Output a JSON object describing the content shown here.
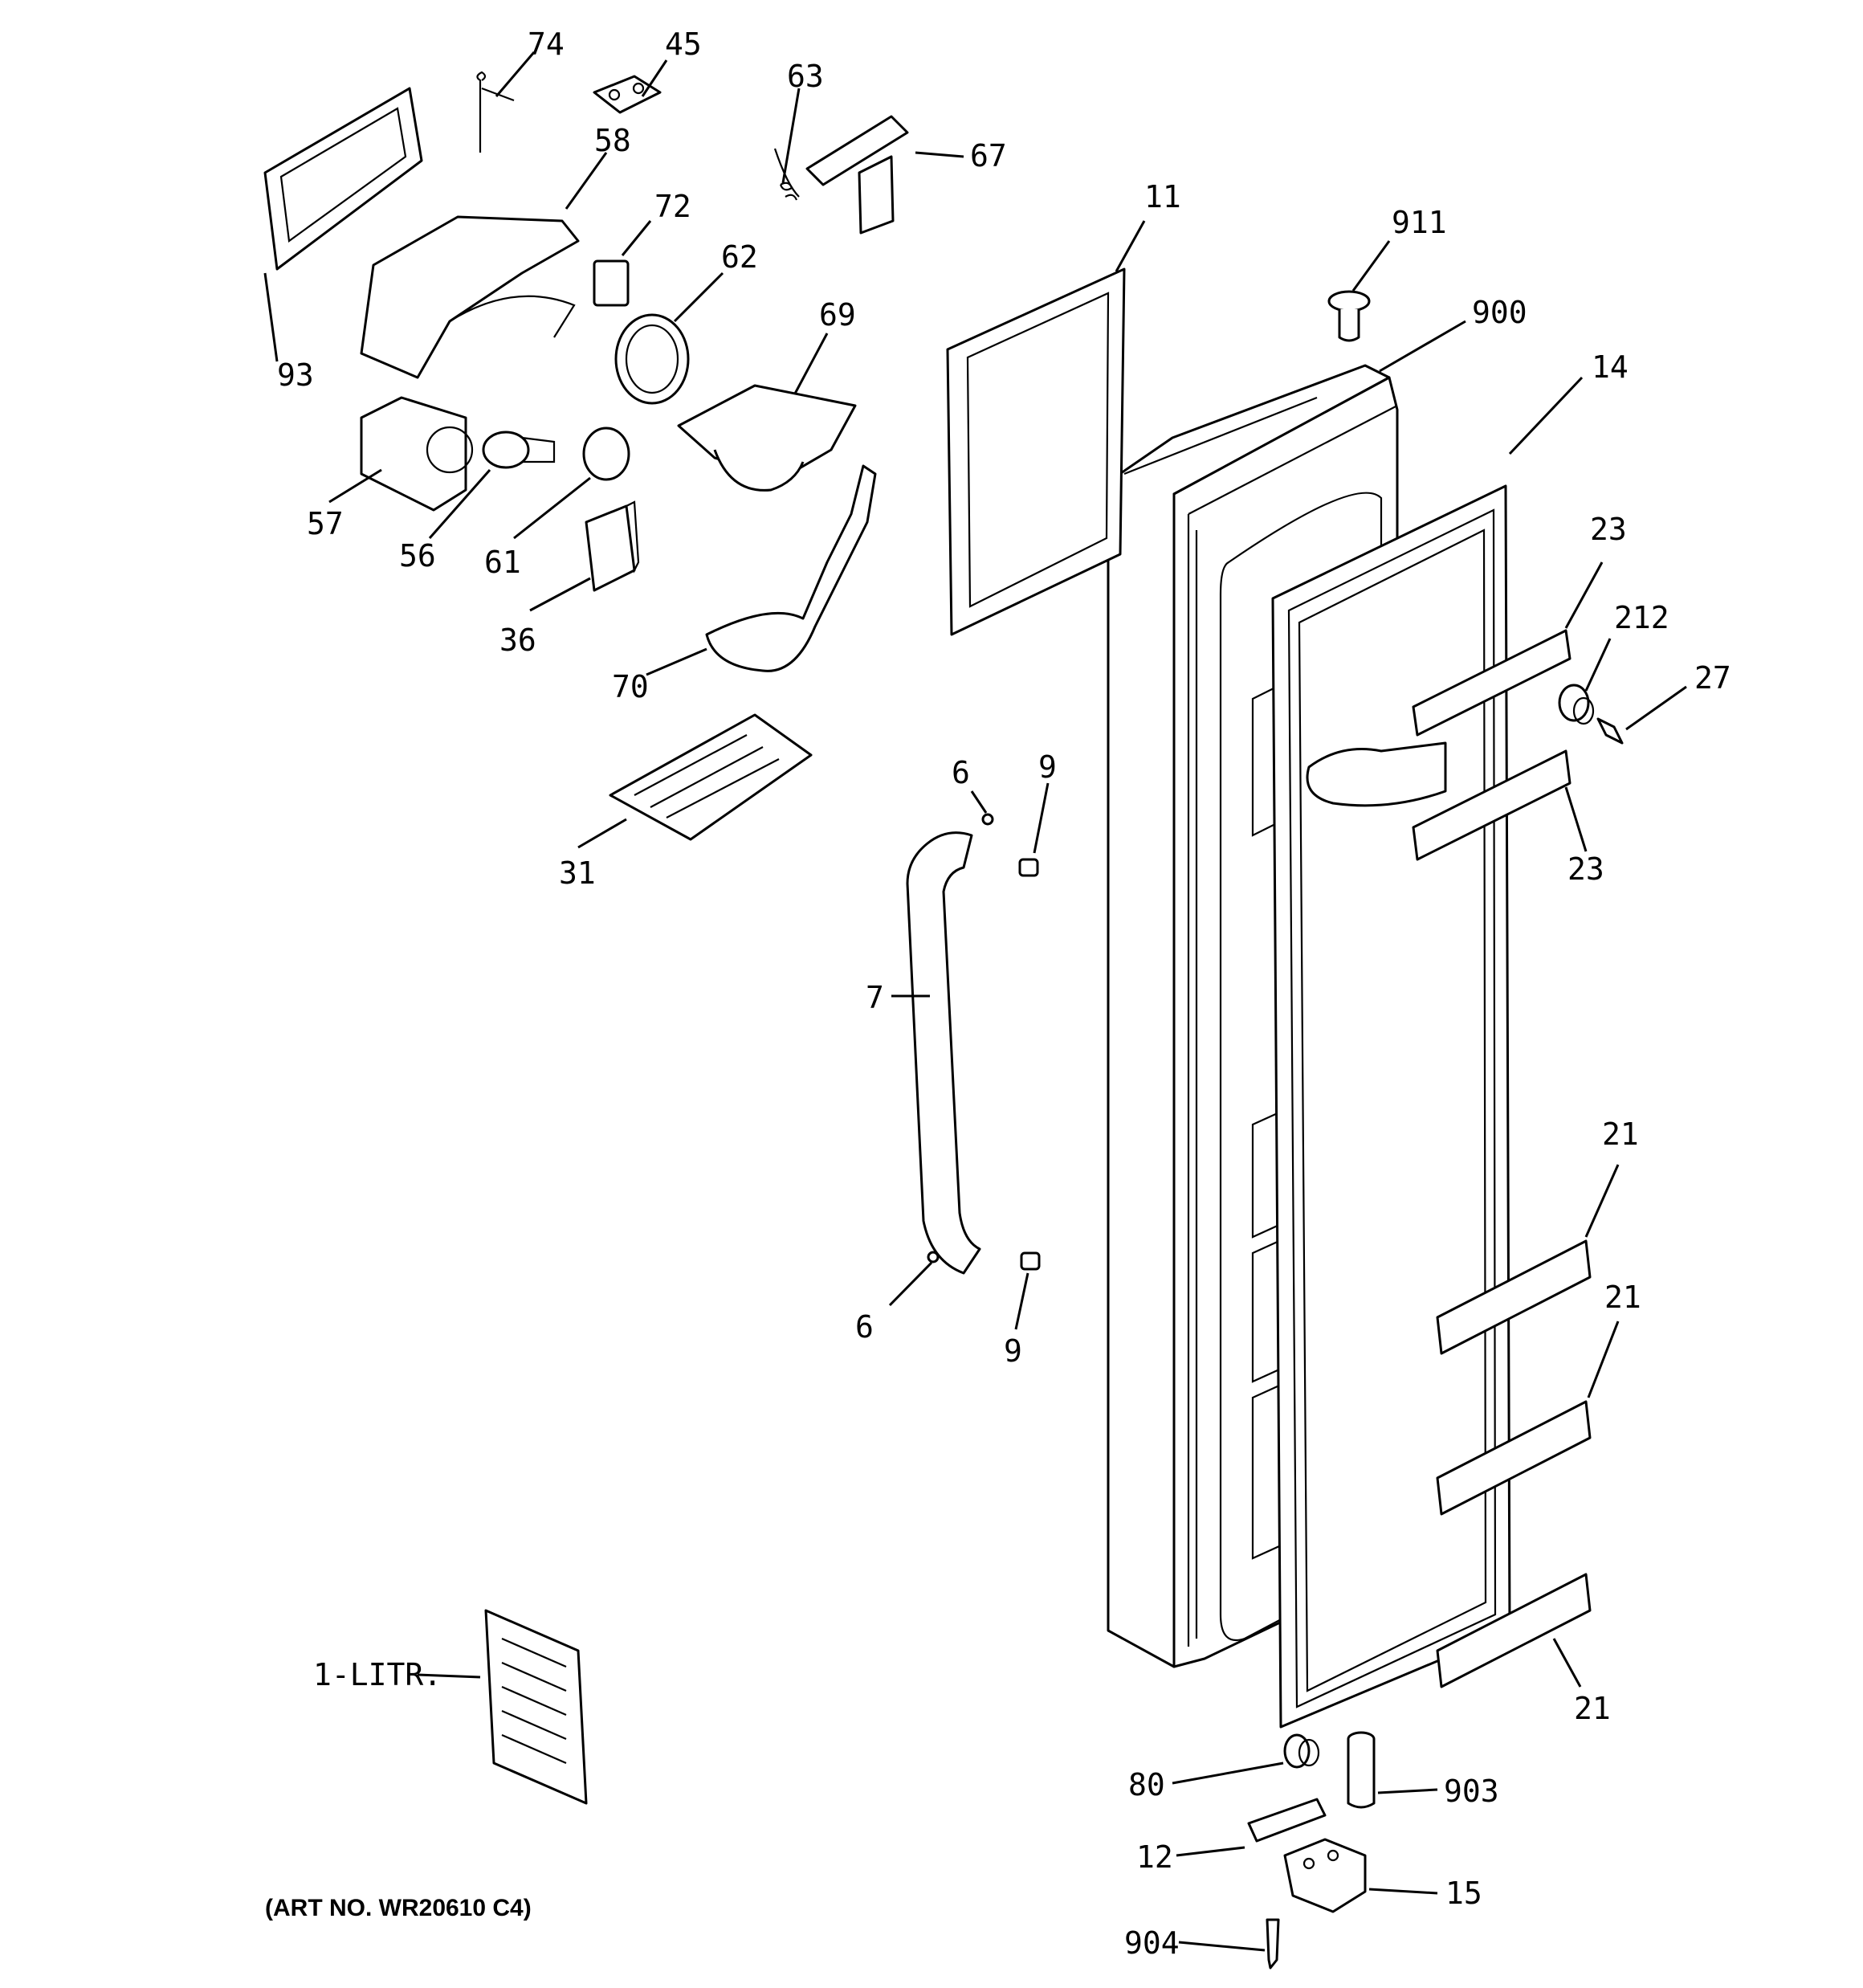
{
  "labels": {
    "l74": "74",
    "l45": "45",
    "l63": "63",
    "l67": "67",
    "l58": "58",
    "l72": "72",
    "l62": "62",
    "l69": "69",
    "l93": "93",
    "l57": "57",
    "l56": "56",
    "l61": "61",
    "l36": "36",
    "l70": "70",
    "l31": "31",
    "l11": "11",
    "l911": "911",
    "l900": "900",
    "l14": "14",
    "l23a": "23",
    "l212": "212",
    "l27": "27",
    "l23b": "23",
    "l6a": "6",
    "l9a": "9",
    "l7": "7",
    "l6b": "6",
    "l9b": "9",
    "l21a": "21",
    "l21b": "21",
    "l21c": "21",
    "l1litr": "1-LITR.",
    "l80": "80",
    "l903": "903",
    "l12": "12",
    "l15": "15",
    "l904": "904"
  },
  "art_number": "(ART NO. WR20610 C4)"
}
